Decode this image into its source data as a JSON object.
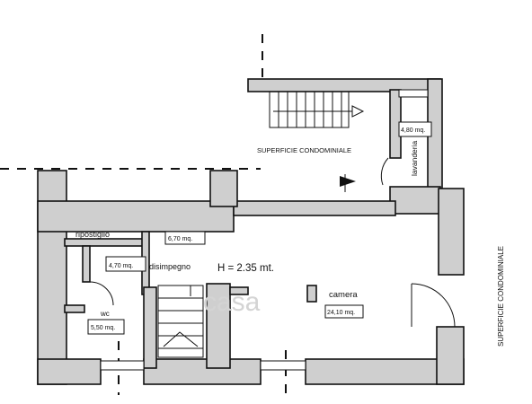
{
  "labels": {
    "superficie_top": "SUPERFICIE CONDOMINIALE",
    "superficie_right": "SUPERFICIE CONDOMINIALE",
    "lavanderia": "lavanderia",
    "lavanderia_area": "4,80 mq.",
    "ripostiglio": "ripostiglio",
    "ripostiglio_area": "6,70 mq.",
    "disimpegno": "disimpegno",
    "disimpegno_area": "4,70 mq.",
    "height": "H = 2.35 mt.",
    "wc": "wc",
    "wc_area": "5,50 mq.",
    "camera": "camera",
    "camera_area": "24,10 mq."
  },
  "watermark": "casa"
}
